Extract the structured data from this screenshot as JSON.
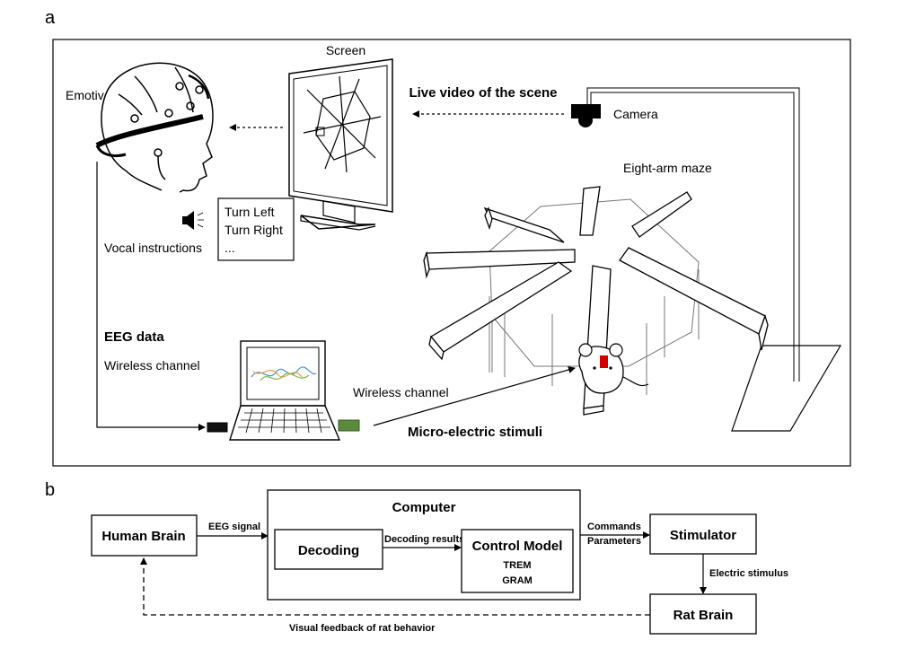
{
  "panel_a": {
    "label": "a",
    "emotiv": "Emotiv",
    "screen": "Screen",
    "live_video": "Live video of the scene",
    "camera": "Camera",
    "eight_arm_maze": "Eight-arm maze",
    "instructions": [
      "Turn Left",
      "Turn Right",
      "..."
    ],
    "vocal_instructions": "Vocal instructions",
    "eeg_data": "EEG data",
    "wireless_channel_left": "Wireless channel",
    "wireless_channel_right": "Wireless channel",
    "micro_electric_stimuli": "Micro-electric stimuli"
  },
  "panel_b": {
    "label": "b",
    "human_brain": "Human Brain",
    "eeg_signal": "EEG signal",
    "computer": "Computer",
    "decoding": "Decoding",
    "decoding_results": "Decoding results",
    "control_model": "Control Model",
    "trem": "TREM",
    "gram": "GRAM",
    "commands": "Commands",
    "parameters": "Parameters",
    "stimulator": "Stimulator",
    "electric_stimulus": "Electric stimulus",
    "rat_brain": "Rat Brain",
    "visual_feedback": "Visual feedback of rat behavior"
  },
  "colors": {
    "green_device": "#5a8a3c",
    "black_device": "#111111",
    "electrode_red": "#d40000",
    "eeg_trace_1": "#4a90d9",
    "eeg_trace_2": "#e8a040",
    "eeg_trace_3": "#7ab648"
  }
}
